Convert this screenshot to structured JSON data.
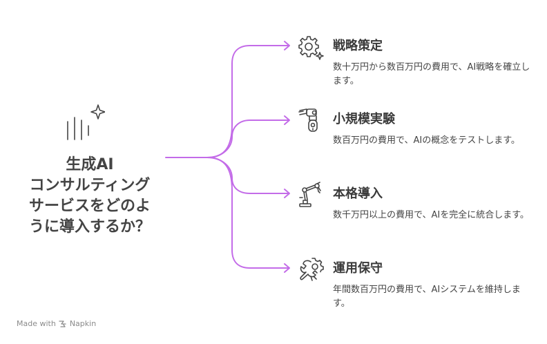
{
  "title": "生成AI\nコンサルティング\nサービスをどのよ\nうに導入するか？",
  "accent_color": "#c36be8",
  "branches": [
    {
      "icon": "gear-sparkle-icon",
      "title": "戦略策定",
      "description": "数十万円から数百万円の費用で、AI戦略を確立します。"
    },
    {
      "icon": "robot-head-icon",
      "title": "小規模実験",
      "description": "数百万円の費用で、AIの概念をテストします。"
    },
    {
      "icon": "robot-arm-icon",
      "title": "本格導入",
      "description": "数千万円以上の費用で、AIを完全に統合します。"
    },
    {
      "icon": "wrench-gear-icon",
      "title": "運用保守",
      "description": "年間数百万円の費用で、AIシステムを維持します。"
    }
  ],
  "footer": {
    "made_with": "Made with",
    "brand": "Napkin",
    "brand_icon": "napkin-logo-icon"
  }
}
